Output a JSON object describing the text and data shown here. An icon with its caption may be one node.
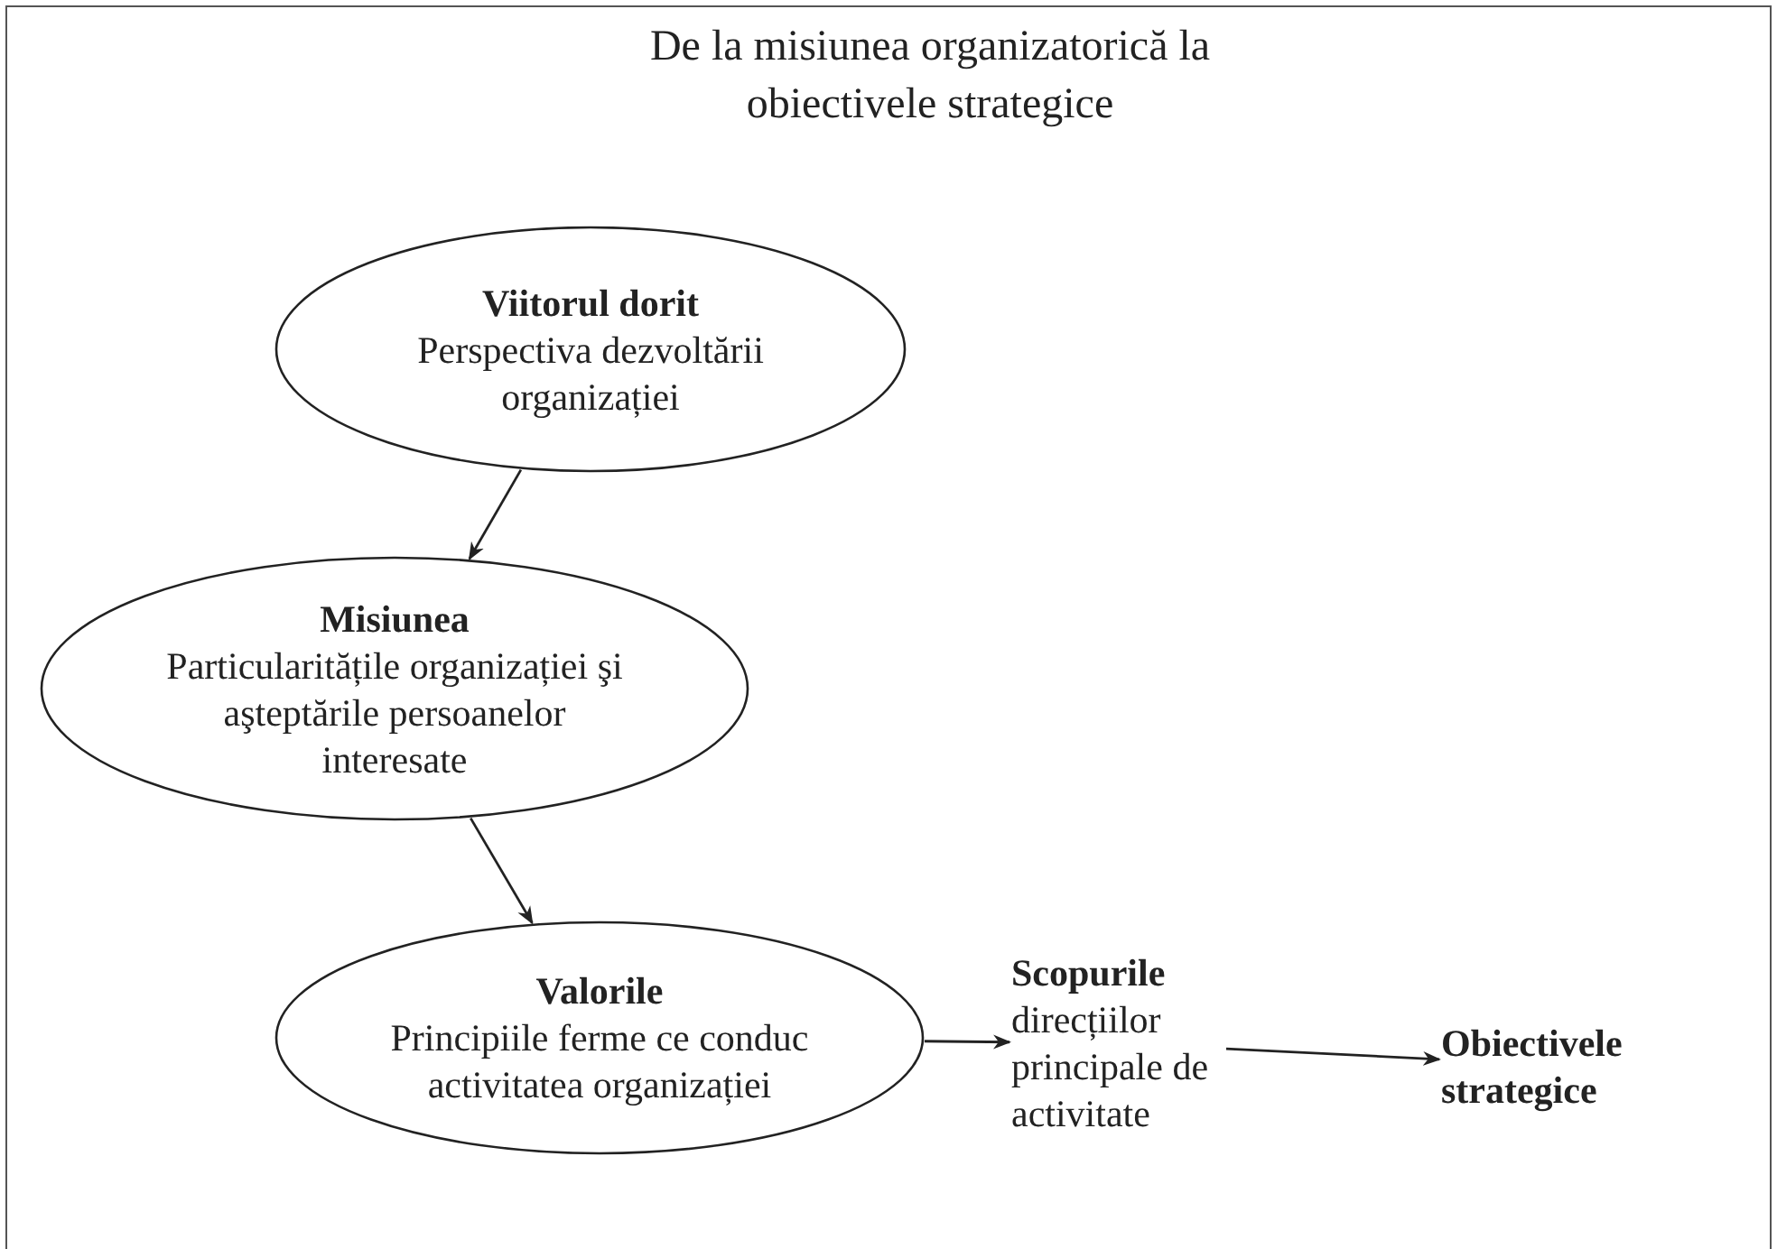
{
  "diagram": {
    "title": "De la misiunea organizatorică la obiectivele strategice",
    "nodes": [
      {
        "text": [
          "Viitorul dorit",
          "Perspectiva dezvoltării organizației"
        ]
      },
      {
        "text": [
          "Misiunea",
          "Particularitățile organizației şi aşteptările persoanelor interesate"
        ]
      },
      {
        "text": [
          "Valorile",
          "Principiile ferme ce conduc activitatea organizației"
        ]
      },
      {
        "text": [
          "Scopurile",
          "direcțiilor principale de activitate"
        ]
      },
      {
        "text": [
          "Obiectivele strategice"
        ]
      }
    ],
    "edges": [
      {
        "from": 0,
        "to": 1,
        "arrow": "to"
      },
      {
        "from": 1,
        "to": 2,
        "arrow": "to"
      },
      {
        "from": 2,
        "to": 3,
        "arrow": "to"
      },
      {
        "from": 3,
        "to": 4,
        "arrow": "to"
      }
    ]
  }
}
